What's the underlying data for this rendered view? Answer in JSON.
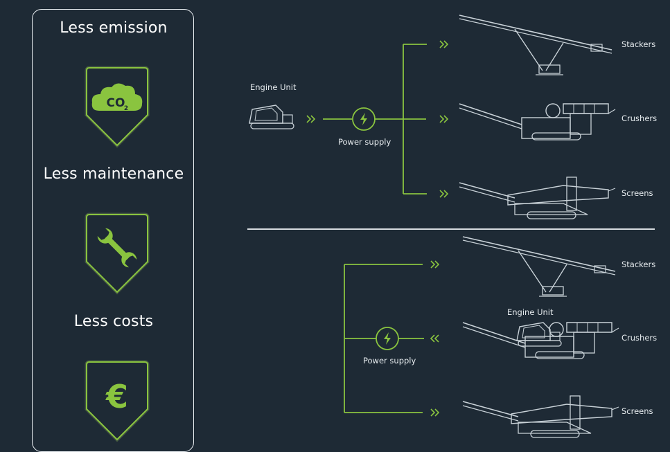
{
  "colors": {
    "background": "#1e2a35",
    "accent": "#8ac43f",
    "accent_glow": "#b7e36a",
    "outline": "#c9d2d8",
    "text": "#ffffff"
  },
  "benefits": [
    {
      "title": "Less emission",
      "icon": "co2-cloud-icon",
      "icon_text": "CO",
      "icon_sub": "2"
    },
    {
      "title": "Less maintenance",
      "icon": "wrench-icon"
    },
    {
      "title": "Less costs",
      "icon": "euro-icon",
      "icon_text": "€"
    }
  ],
  "top_diagram": {
    "engine_label": "Engine Unit",
    "power_label": "Power supply",
    "machines": [
      "Stackers",
      "Crushers",
      "Screens"
    ]
  },
  "bottom_diagram": {
    "engine_label": "Engine Unit",
    "power_label": "Power supply",
    "machines": [
      "Stackers",
      "Crushers",
      "Screens"
    ]
  }
}
